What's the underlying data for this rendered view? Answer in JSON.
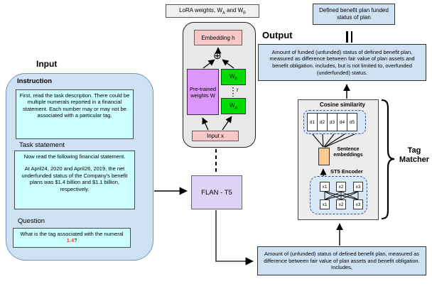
{
  "colors": {
    "light_blue_fill": "#cfe2f3",
    "cyan_fill": "#ccffff",
    "pink_fill": "#f8c8c8",
    "purple_fill": "#dc96fb",
    "flan_fill": "#ddd3f5",
    "green_fill": "#00dc00",
    "orange_fill": "#f9c98f",
    "gray_panel_fill": "#e8e8e8",
    "numeral_highlight": "#ff4411"
  },
  "input_section": {
    "title": "Input",
    "instruction_label": "Instruction",
    "instruction_text": "First, read the task description. There could be multiple numerals reported in a financial statement. Each number may or may not be associated with a particular tag.",
    "task_label": "Task statement",
    "task_paragraph_1": "Now read the following financial statement.",
    "task_paragraph_2": "At April24, 2020 and April26, 2019, the net underfunded status of the Company's benefit plans was $1.4 billion and $1.1 billion, respectively.",
    "question_label": "Question",
    "question_prefix": "What is the tag associated with the numeral ",
    "question_numeral": "1.4",
    "question_suffix": "?"
  },
  "lora_section": {
    "title_part1": "LoRA weights, W",
    "title_sub1": "A",
    "title_part2": " and W",
    "title_sub2": "B",
    "embedding_label": "Embedding h",
    "plus_icon": "⊕",
    "pretrained_label": "Pre-trained weights W",
    "wb_base": "W",
    "wb_sub": "B",
    "rank_label": "r",
    "wa_base": "W",
    "wa_sub": "A",
    "input_x_label": "Input x"
  },
  "model": {
    "flan_label": "FLAN - T5"
  },
  "output_section": {
    "title": "Output",
    "tag_box_text": "Defined benefit plan funded status of plan",
    "equivalence_symbol": "||",
    "description_text": "Amount of funded (unfunded) status of defined benefit plan, measured as difference between fair value of plan assets and benefit obligation. includes, but is not limited to, overfunded (underfunded) status."
  },
  "tag_matcher": {
    "title_line1": "Tag",
    "title_line2": "Matcher",
    "cosine_label": "Cosine similarity",
    "d_cells": [
      "d1",
      "d2",
      "d3",
      "d4",
      "d5"
    ],
    "sentence_embeddings_label": "Sentence embeddings",
    "st5_label": "ST5 Encoder",
    "x_cells_top": [
      "x1",
      "x2",
      "x3"
    ],
    "x_cells_bottom": [
      "x1",
      "x2",
      "x3"
    ]
  },
  "generated_output": {
    "text": "Amount of (unfunded) status of defined benefit plan, measured as difference between fair value of plan assets and benefit obligation.  Includes,"
  }
}
